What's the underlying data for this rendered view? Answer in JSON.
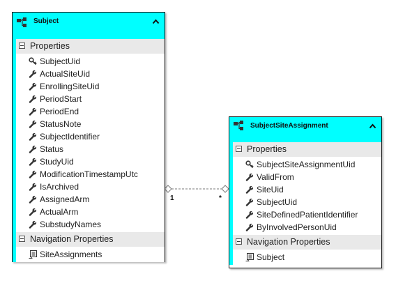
{
  "entities": {
    "subject": {
      "title": "Subject",
      "sections": {
        "properties_label": "Properties",
        "navigation_label": "Navigation Properties"
      },
      "properties": [
        {
          "name": "SubjectUid",
          "key": true
        },
        {
          "name": "ActualSiteUid",
          "key": false
        },
        {
          "name": "EnrollingSiteUid",
          "key": false
        },
        {
          "name": "PeriodStart",
          "key": false
        },
        {
          "name": "PeriodEnd",
          "key": false
        },
        {
          "name": "StatusNote",
          "key": false
        },
        {
          "name": "SubjectIdentifier",
          "key": false
        },
        {
          "name": "Status",
          "key": false
        },
        {
          "name": "StudyUid",
          "key": false
        },
        {
          "name": "ModificationTimestampUtc",
          "key": false
        },
        {
          "name": "IsArchived",
          "key": false
        },
        {
          "name": "AssignedArm",
          "key": false
        },
        {
          "name": "ActualArm",
          "key": false
        },
        {
          "name": "SubstudyNames",
          "key": false
        }
      ],
      "navigation": [
        {
          "name": "SiteAssignments"
        }
      ]
    },
    "subject_site_assignment": {
      "title": "SubjectSiteAssignment",
      "sections": {
        "properties_label": "Properties",
        "navigation_label": "Navigation Properties"
      },
      "properties": [
        {
          "name": "SubjectSiteAssignmentUid",
          "key": true
        },
        {
          "name": "ValidFrom",
          "key": false
        },
        {
          "name": "SiteUid",
          "key": false
        },
        {
          "name": "SubjectUid",
          "key": false
        },
        {
          "name": "SiteDefinedPatientIdentifier",
          "key": false
        },
        {
          "name": "ByInvolvedPersonUid",
          "key": false
        }
      ],
      "navigation": [
        {
          "name": "Subject"
        }
      ]
    }
  },
  "association": {
    "left_multiplicity": "1",
    "right_multiplicity": "*"
  },
  "colors": {
    "header": "#00ffff",
    "section": "#e9e9e9",
    "border": "#111111",
    "connector": "#7a7a7a"
  }
}
